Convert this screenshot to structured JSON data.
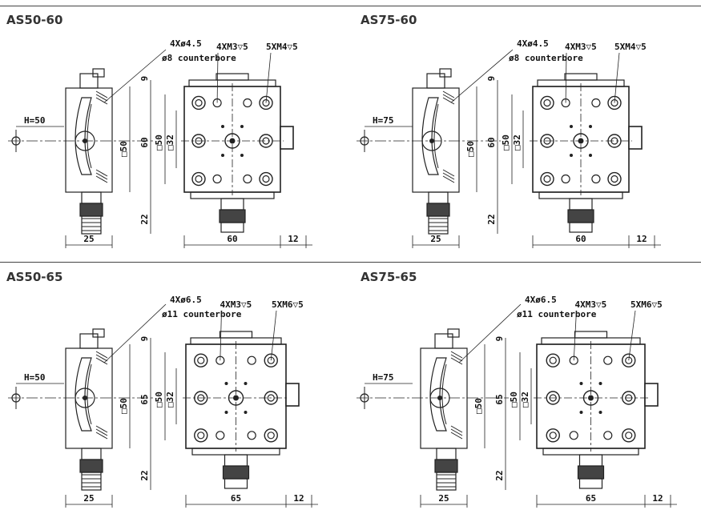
{
  "panels": [
    {
      "model": "AS50-60",
      "h_label": "H=50",
      "holes_label": "4Xø4.5",
      "cbore_label": "ø8 counterbore",
      "m3_label": "4XM3▽5",
      "side_label": "5XM4▽5",
      "top_dim": "9",
      "square_left": "□50",
      "height_dim": "60",
      "square_mid": "□50",
      "square_inner": "□32",
      "bottom_dim": "22",
      "base_dim": "25",
      "width_dim": "60",
      "knob_dim": "12"
    },
    {
      "model": "AS75-60",
      "h_label": "H=75",
      "holes_label": "4Xø4.5",
      "cbore_label": "ø8 counterbore",
      "m3_label": "4XM3▽5",
      "side_label": "5XM4▽5",
      "top_dim": "9",
      "square_left": "□50",
      "height_dim": "60",
      "square_mid": "□50",
      "square_inner": "□32",
      "bottom_dim": "22",
      "base_dim": "25",
      "width_dim": "60",
      "knob_dim": "12"
    },
    {
      "model": "AS50-65",
      "h_label": "H=50",
      "holes_label": "4Xø6.5",
      "cbore_label": "ø11 counterbore",
      "m3_label": "4XM3▽5",
      "side_label": "5XM6▽5",
      "top_dim": "9",
      "square_left": "□50",
      "height_dim": "65",
      "square_mid": "□50",
      "square_inner": "□32",
      "bottom_dim": "22",
      "base_dim": "25",
      "width_dim": "65",
      "knob_dim": "12"
    },
    {
      "model": "AS75-65",
      "h_label": "H=75",
      "holes_label": "4Xø6.5",
      "cbore_label": "ø11 counterbore",
      "m3_label": "4XM3▽5",
      "side_label": "5XM6▽5",
      "top_dim": "9",
      "square_left": "□50",
      "height_dim": "65",
      "square_mid": "□50",
      "square_inner": "□32",
      "bottom_dim": "22",
      "base_dim": "25",
      "width_dim": "65",
      "knob_dim": "12"
    }
  ]
}
